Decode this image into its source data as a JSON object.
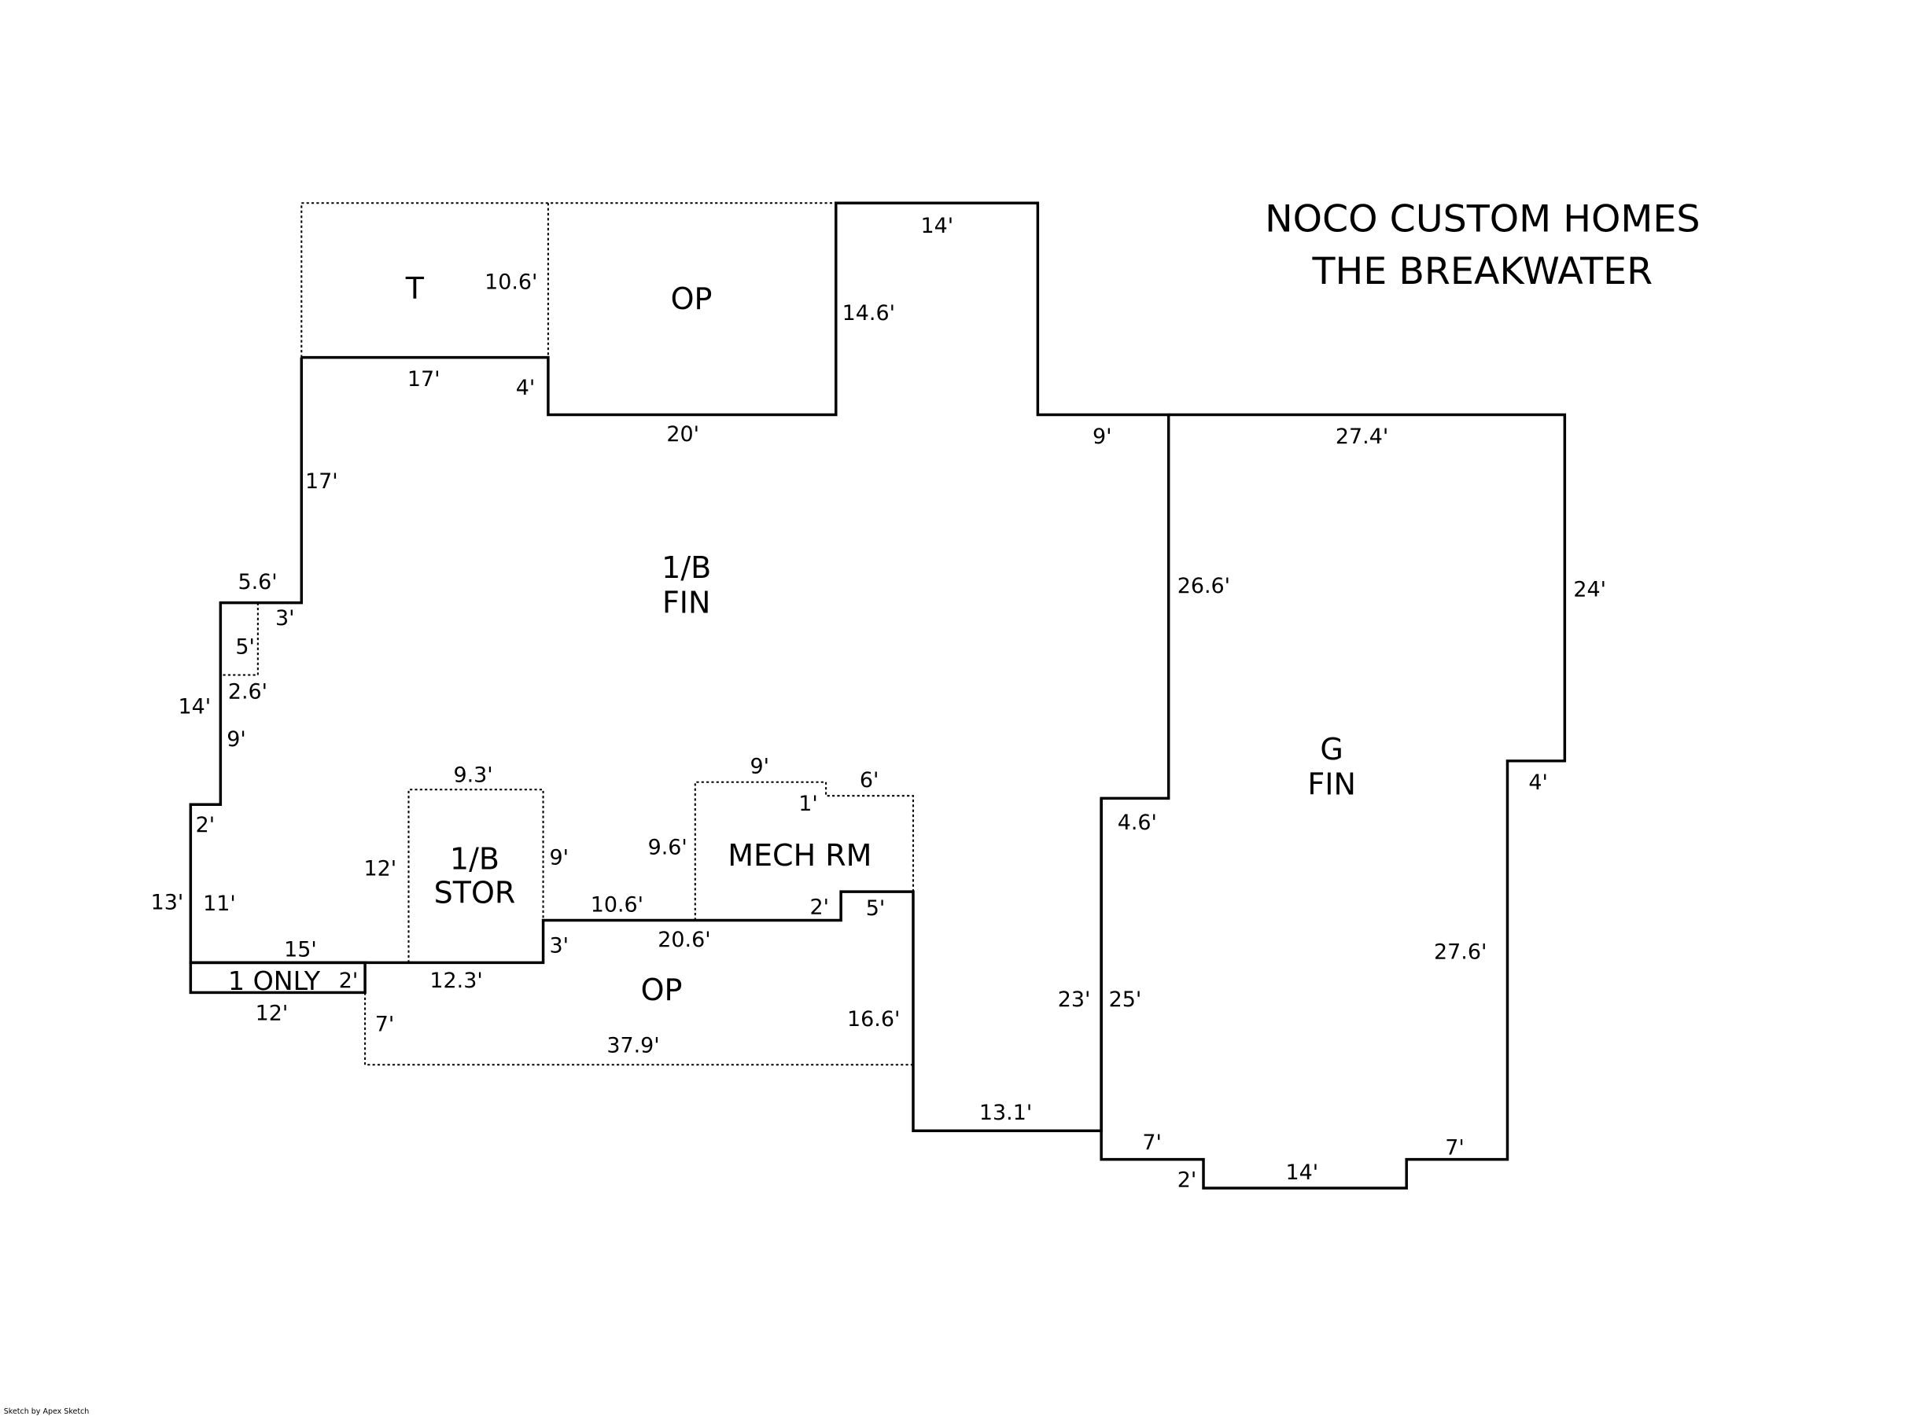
{
  "title": {
    "line1": "NOCO CUSTOM HOMES",
    "line2": "THE BREAKWATER"
  },
  "credit": "Sketch by Apex Sketch",
  "rooms": {
    "t": "T",
    "op_top": "OP",
    "main_1": "1/B",
    "main_2": "FIN",
    "garage_1": "G",
    "garage_2": "FIN",
    "stor_1": "1/B",
    "stor_2": "STOR",
    "mech": "MECH RM",
    "op_bottom": "OP",
    "one_only": "1 ONLY"
  },
  "dims": [
    "14'",
    "10.6'",
    "14.6'",
    "17'",
    "4'",
    "20'",
    "9'",
    "27.4'",
    "17'",
    "5.6'",
    "3'",
    "5'",
    "2.6'",
    "14'",
    "9'",
    "26.6'",
    "24'",
    "9.3'",
    "9'",
    "6'",
    "1'",
    "2'",
    "12'",
    "9'",
    "9.6'",
    "4.6'",
    "4'",
    "13'",
    "11'",
    "10.6'",
    "2'",
    "5'",
    "15'",
    "20.6'",
    "3'",
    "2'",
    "12.3'",
    "27.6'",
    "12'",
    "7'",
    "16.6'",
    "23'",
    "25'",
    "37.9'",
    "13.1'",
    "7'",
    "7'",
    "2'",
    "14'"
  ]
}
